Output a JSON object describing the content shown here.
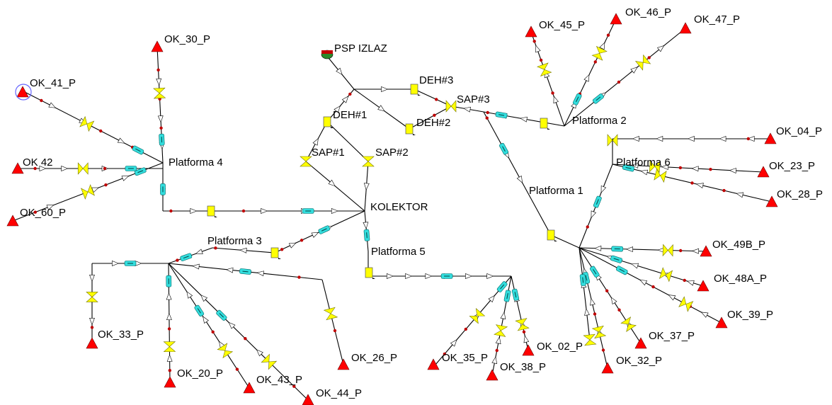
{
  "labels": {
    "ok30": "OK_30_P",
    "ok41": "OK_41_P",
    "ok42": "OK 42",
    "ok60": "OK_60_P",
    "platforma4": "Platforma 4",
    "psp": "PSP IZLAZ",
    "deh3": "DEH#3",
    "deh1": "DEH#1",
    "deh2": "DEH#2",
    "sap3": "SAP#3",
    "sap1": "SAP#1",
    "sap2": "SAP#2",
    "kolektor": "KOLEKTOR",
    "platforma3": "Platforma 3",
    "platforma5": "Platforma 5",
    "platforma1": "Platforma 1",
    "platforma2": "Platforma 2",
    "platforma6": "Platforma 6",
    "ok45": "OK_45_P",
    "ok46": "OK_46_P",
    "ok47": "OK_47_P",
    "ok04": "OK_04_P",
    "ok23": "OK_23_P",
    "ok28": "OK_28_P",
    "ok49b": "OK_49B_P",
    "ok48a": "OK_48A_P",
    "ok39": "OK_39_P",
    "ok37": "OK_37_P",
    "ok32": "OK_32_P",
    "ok02": "OK_02_P",
    "ok38": "OK_38_P",
    "ok35": "OK_35_P",
    "ok26": "OK_26_P",
    "ok44": "OK_44_P",
    "ok43": "OK_43_P",
    "ok20": "OK_20_P",
    "ok33": "OK_33_P"
  },
  "colors": {
    "pipe": "#000000",
    "well": "#ff0000",
    "valve": "#ffff00",
    "meter": "#33dddd",
    "joint": "#c00000",
    "selection": "#6666ff"
  }
}
